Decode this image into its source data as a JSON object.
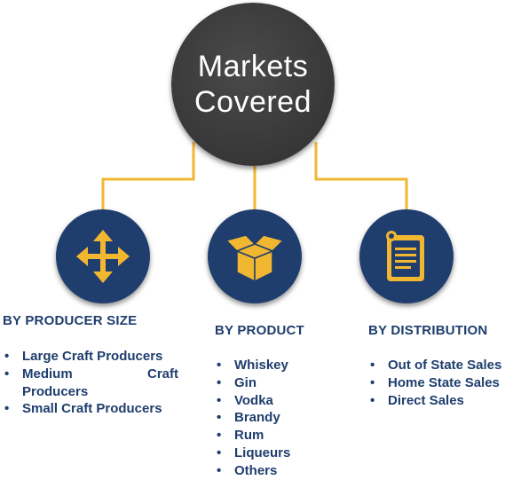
{
  "hub": {
    "line1": "Markets",
    "line2": "Covered"
  },
  "colors": {
    "hub": "#3d3d3d",
    "node": "#1f3e6d",
    "connector": "#f2b731",
    "text": "#1f3e6d"
  },
  "categories": [
    {
      "heading": "BY PRODUCER SIZE",
      "icon": "arrows-move-icon",
      "items": [
        "Large Craft Producers",
        "Medium Craft Producers",
        "Small Craft Producers"
      ]
    },
    {
      "heading": "BY PRODUCT",
      "icon": "open-box-icon",
      "items": [
        "Whiskey",
        "Gin",
        "Vodka",
        "Brandy",
        "Rum",
        "Liqueurs",
        "Others"
      ]
    },
    {
      "heading": "BY DISTRIBUTION",
      "icon": "clipboard-document-icon",
      "items": [
        "Out of State Sales",
        "Home State Sales",
        "Direct Sales"
      ]
    }
  ]
}
